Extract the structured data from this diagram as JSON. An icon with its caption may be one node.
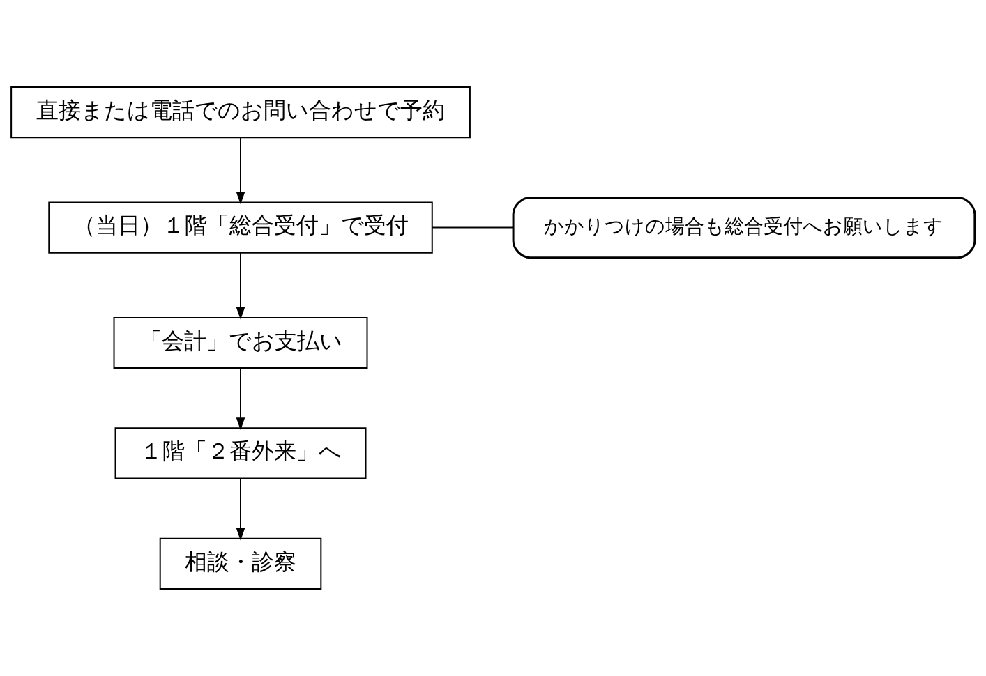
{
  "diagram": {
    "nodes": [
      {
        "text": [
          "直接または電話でのお問い合わせで予約"
        ]
      },
      {
        "text": [
          "（当日）１階「総合受付」で受付"
        ]
      },
      {
        "text": [
          "「会計」でお支払い"
        ]
      },
      {
        "text": [
          "１階「２番外来」へ"
        ]
      },
      {
        "text": [
          "相談・診察"
        ]
      },
      {
        "text": [
          "かかりつけの場合も総合受付へお願いします"
        ]
      }
    ],
    "edges": [
      {
        "from": 0,
        "to": 1,
        "arrow": "to"
      },
      {
        "from": 1,
        "to": 2,
        "arrow": "to"
      },
      {
        "from": 2,
        "to": 3,
        "arrow": "to"
      },
      {
        "from": 3,
        "to": 4,
        "arrow": "to"
      },
      {
        "from": 5,
        "to": 1,
        "arrow": "none"
      }
    ]
  }
}
